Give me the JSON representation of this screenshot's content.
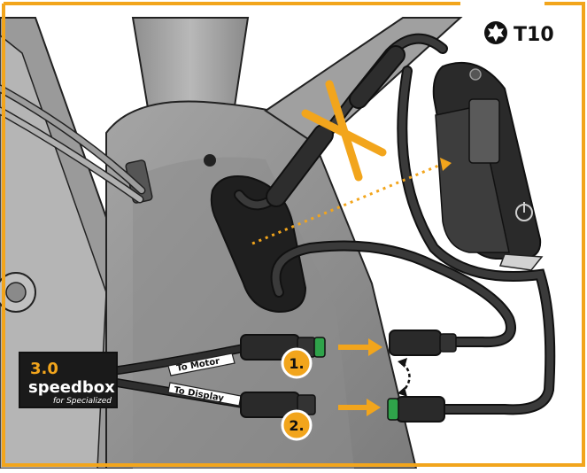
{
  "tool": {
    "label": "T10",
    "icon": "torx-star-icon"
  },
  "product": {
    "version": "3.0",
    "name": "speedbox",
    "subtitle": "for Specialized"
  },
  "cables": {
    "motor_label": "To Motor",
    "display_label": "To Display"
  },
  "steps": {
    "one": "1.",
    "two": "2."
  },
  "colors": {
    "accent": "#f2a51c",
    "frame_light": "#a9a9a9",
    "frame_dark": "#6e6e6e",
    "cable": "#2e2e2e",
    "connector_green": "#2fa34a",
    "speedbox_bg": "#1a1a1a"
  }
}
